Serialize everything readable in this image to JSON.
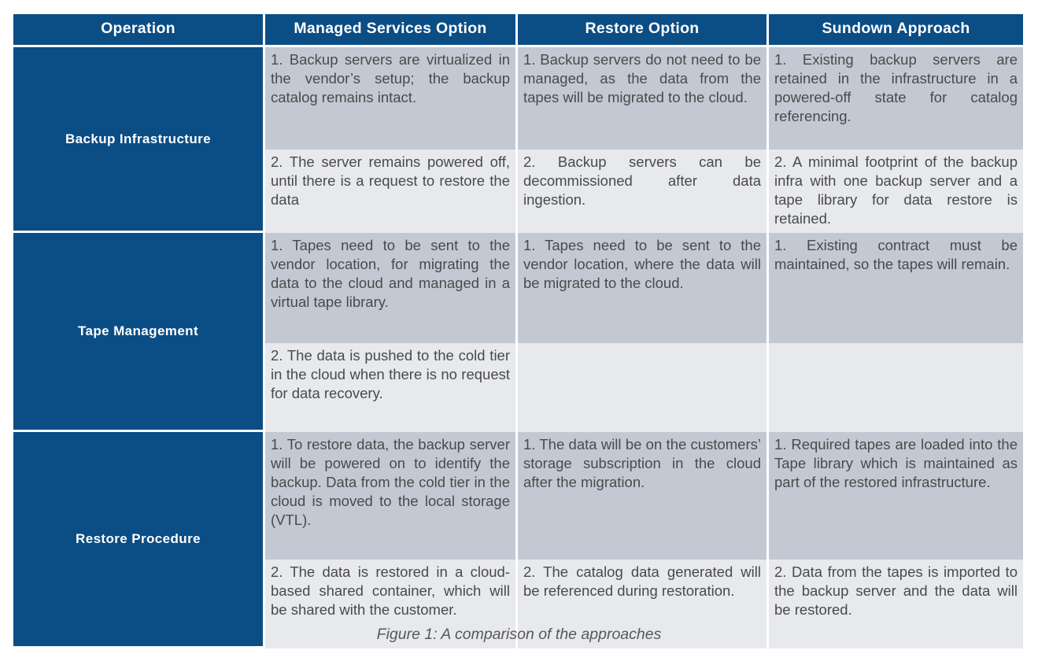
{
  "colors": {
    "header_blue": "#0b4d85",
    "row_shade_dark": "#c3c9d3",
    "row_shade_light": "#e7e9ec",
    "body_text": "#4a4a4a",
    "header_text": "#ffffff",
    "page_background": "#ffffff",
    "caption_text": "#58585a"
  },
  "table": {
    "headers": [
      "Operation",
      "Managed Services Option",
      "Restore Option",
      "Sundown Approach"
    ],
    "groups": [
      {
        "operation": "Backup Infrastructure",
        "rows": [
          {
            "managed_services": "1. Backup servers are virtualized in the vendor’s setup; the backup catalog remains intact.",
            "restore_option": "1. Backup servers do not need to be managed, as the data from the tapes will be migrated to the cloud.",
            "sundown_approach": "1. Existing backup servers are retained in the infrastructure in a powered-off state for catalog referencing."
          },
          {
            "managed_services": "2. The server remains powered off, until there is a request to restore the data",
            "restore_option": "2. Backup servers can be decommissioned after data ingestion.",
            "sundown_approach": "2. A minimal footprint of the backup infra with one backup server and a tape library for data restore is retained."
          }
        ]
      },
      {
        "operation": "Tape Management",
        "rows": [
          {
            "managed_services": "1. Tapes need to be sent to the vendor location, for migrating the data to the cloud and managed in a virtual tape library.",
            "restore_option": "1. Tapes need to be sent to the vendor location, where the data will be migrated to the cloud.",
            "sundown_approach": "1. Existing contract must be maintained, so the tapes will remain."
          },
          {
            "managed_services": "2. The data is pushed to the cold tier in the cloud when there is no request for data recovery.",
            "restore_option": "",
            "sundown_approach": ""
          }
        ]
      },
      {
        "operation": "Restore Procedure",
        "rows": [
          {
            "managed_services": "1. To restore data, the backup server will be powered on to identify the backup. Data from the cold tier in the cloud is moved to the local storage (VTL).",
            "restore_option": "1. The data will be on the customers’ storage subscription in the cloud after the migration.",
            "sundown_approach": "1. Required tapes are loaded into the Tape library which is maintained as part of the restored infrastructure."
          },
          {
            "managed_services": "2. The data is restored in a cloud-based shared container, which will be shared with the customer.",
            "restore_option": "2. The catalog data generated will be referenced during restoration.",
            "sundown_approach": "2. Data from the tapes is imported to the backup server and the data will be restored."
          }
        ]
      }
    ]
  },
  "caption": "Figure 1: A comparison of the approaches"
}
